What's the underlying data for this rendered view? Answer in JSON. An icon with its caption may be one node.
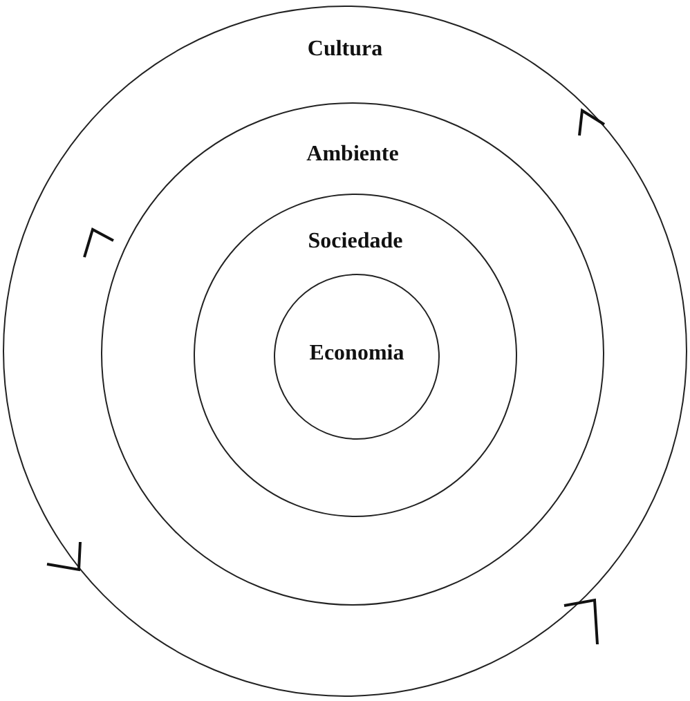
{
  "diagram": {
    "nodes": [
      {
        "text": [
          "Cultura"
        ]
      },
      {
        "text": [
          "Ambiente"
        ],
        "in": 0
      },
      {
        "text": [
          "Sociedade"
        ],
        "in": 1
      },
      {
        "text": [
          "Economia"
        ],
        "in": 2
      }
    ]
  }
}
